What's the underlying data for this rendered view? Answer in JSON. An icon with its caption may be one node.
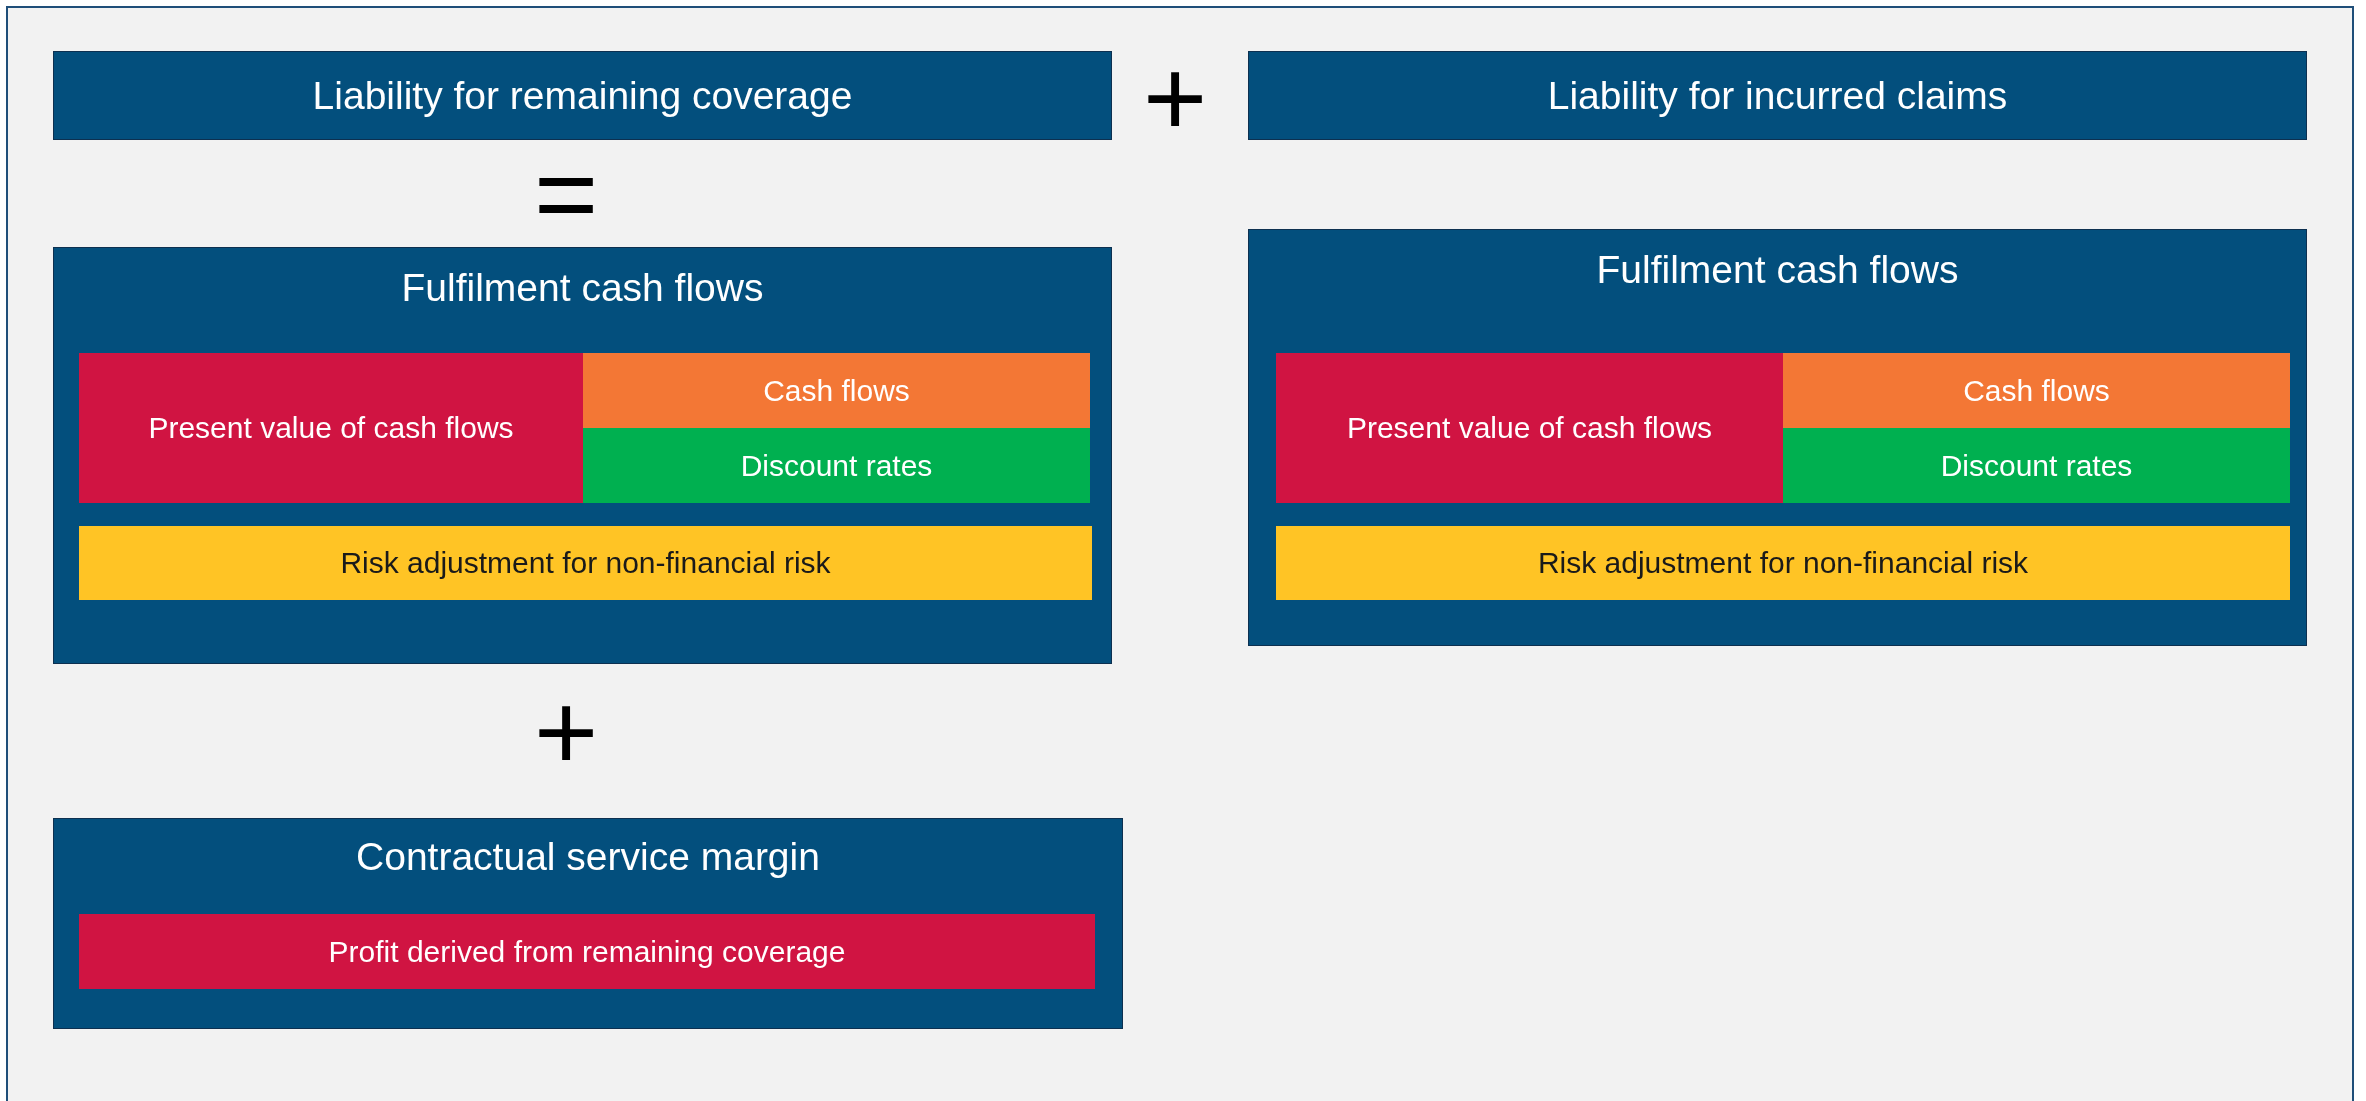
{
  "diagram": {
    "nodes": [
      {
        "text": [
          "Liability for remaining coverage"
        ]
      },
      {
        "text": [
          "Liability for incurred claims"
        ]
      },
      {
        "text": [
          "Fulfilment cash flows"
        ]
      },
      {
        "text": [
          "Present value of cash flows"
        ],
        "in": 2
      },
      {
        "text": [
          "Cash flows"
        ],
        "in": 2
      },
      {
        "text": [
          "Discount rates"
        ],
        "in": 2
      },
      {
        "text": [
          "Risk adjustment for non-financial risk"
        ],
        "in": 2
      },
      {
        "text": [
          "Contractual service margin"
        ]
      },
      {
        "text": [
          "Profit derived from remaining coverage"
        ],
        "in": 7
      },
      {
        "text": [
          "Fulfilment cash flows"
        ]
      },
      {
        "text": [
          "Present value of cash flows"
        ],
        "in": 9
      },
      {
        "text": [
          "Cash flows"
        ],
        "in": 9
      },
      {
        "text": [
          "Discount rates"
        ],
        "in": 9
      },
      {
        "text": [
          "Risk adjustment for non-financial risk"
        ],
        "in": 9
      }
    ],
    "labels": [
      "+",
      "=",
      "+"
    ]
  }
}
